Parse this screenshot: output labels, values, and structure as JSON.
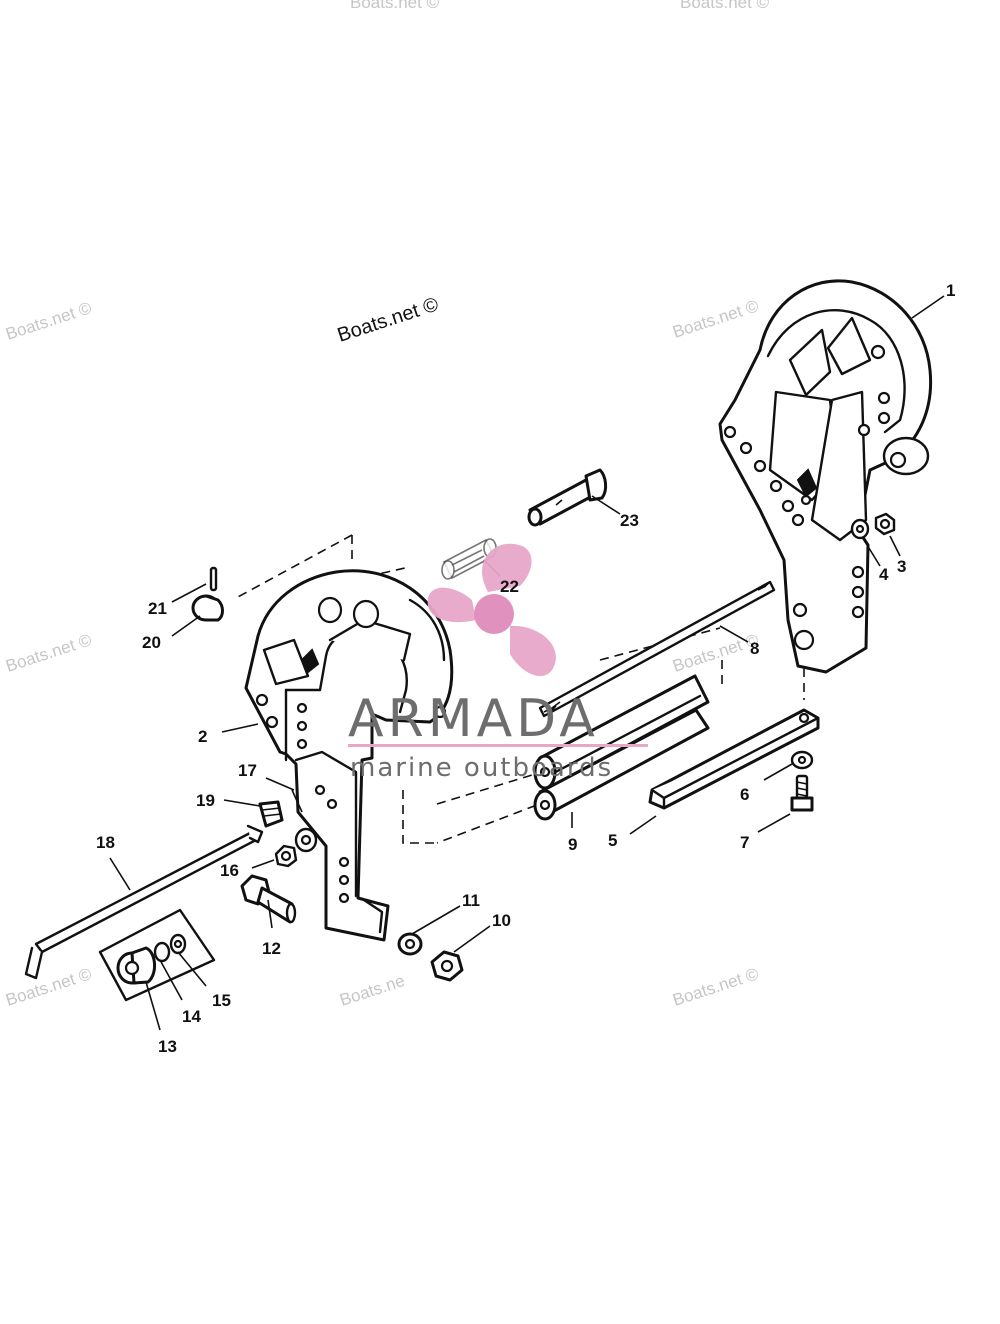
{
  "watermarks": {
    "main": "Boats.net ©",
    "tile": "Boats.net ©",
    "tile_partial": "Boats.ne"
  },
  "logo": {
    "name": "ARMADA",
    "tagline": "marine outboards",
    "colors": {
      "propeller": "#e8a6c8",
      "hub": "#e091bd",
      "rule": "#e8a6c8",
      "text": "#6d6d6d"
    }
  },
  "callouts": {
    "c1": "1",
    "c2": "2",
    "c3": "3",
    "c4": "4",
    "c5": "5",
    "c6": "6",
    "c7": "7",
    "c8": "8",
    "c9": "9",
    "c10": "10",
    "c11": "11",
    "c12": "12",
    "c13": "13",
    "c14": "14",
    "c15": "15",
    "c16": "16",
    "c17": "17",
    "c18": "18",
    "c19": "19",
    "c20": "20",
    "c21": "21",
    "c22": "22",
    "c23": "23"
  }
}
